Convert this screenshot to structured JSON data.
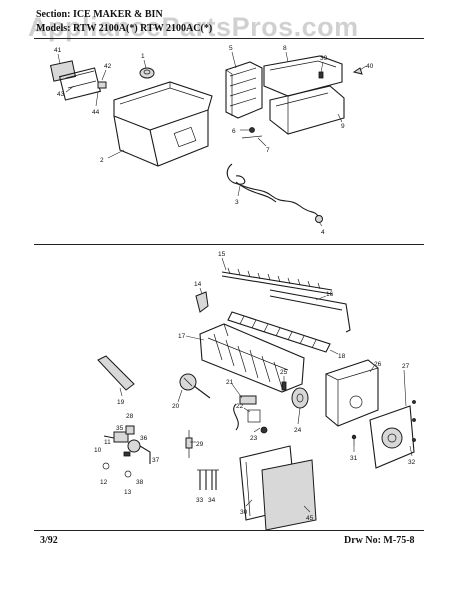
{
  "header": {
    "section_line": "Section: ICE MAKER & BIN",
    "models_line": "Models: RTW 2100A(*) RTW 2100AC(*)"
  },
  "watermark": "AppliancePartsPros.com",
  "footer": {
    "date": "3/92",
    "drawing_number": "Drw No: M-75-8"
  },
  "callouts_top": [
    "41",
    "42",
    "43",
    "44",
    "1",
    "2",
    "5",
    "8",
    "39",
    "40",
    "6",
    "7",
    "9",
    "3",
    "4"
  ],
  "callouts_bottom": [
    "15",
    "14",
    "16",
    "17",
    "18",
    "19",
    "20",
    "21",
    "22",
    "23",
    "25",
    "24",
    "26",
    "27",
    "28",
    "35",
    "11",
    "36",
    "10",
    "37",
    "12",
    "38",
    "13",
    "29",
    "31",
    "32",
    "33",
    "34",
    "30",
    "45"
  ]
}
